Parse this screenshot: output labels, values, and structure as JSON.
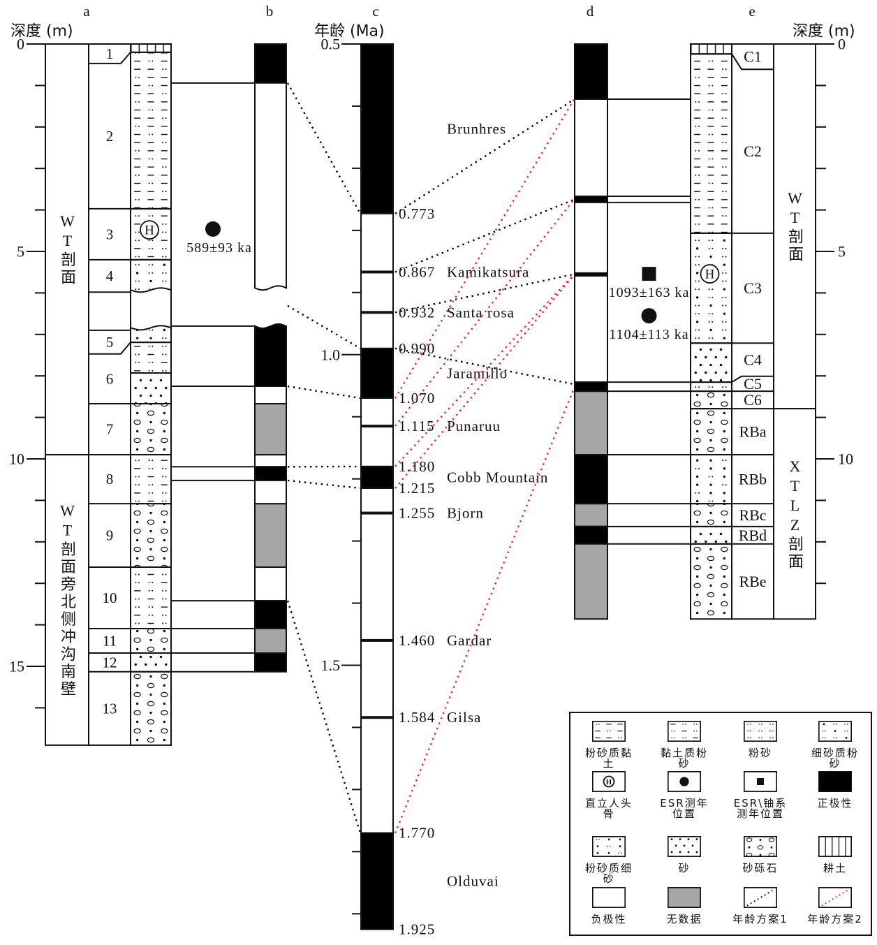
{
  "figure": {
    "column_headers": {
      "a": "a",
      "b": "b",
      "c": "c",
      "d": "d",
      "e": "e"
    },
    "axis_titles": {
      "depth_left": "深度 (m)",
      "age": "年龄 (Ma)",
      "depth_right": "深度 (m)"
    }
  },
  "symbols": {
    "skull": "H"
  },
  "colors": {
    "normal": "#000000",
    "reversed": "#ffffff",
    "no_data": "#a6a6a6",
    "scheme1": "#000000",
    "scheme2": "#e3231f"
  },
  "depth_axis_left": {
    "unit": "m",
    "max_m": 16.9,
    "major_ticks_m": [
      0,
      5,
      10,
      15
    ],
    "labels": [
      "0",
      "5",
      "10",
      "15"
    ],
    "minor_step_m": 1
  },
  "depth_axis_right": {
    "unit": "m",
    "max_m": 13.86,
    "major_ticks_m": [
      0,
      5,
      10
    ],
    "labels": [
      "0",
      "5",
      "10"
    ],
    "minor_step_m": 1
  },
  "column_a": {
    "sections": [
      {
        "name": "WT剖面",
        "top_m": 0,
        "bottom_m": 9.9
      },
      {
        "name": "WT剖面旁北侧冲沟南壁",
        "top_m": 9.9,
        "bottom_m": 16.9
      }
    ],
    "layers": [
      {
        "label": "1",
        "top_m": 0,
        "bottom_m": 0.47,
        "lith_bottom_m": 0.2
      },
      {
        "label": "2",
        "top_m": 0.47,
        "bottom_m": 3.97
      },
      {
        "label": "3",
        "top_m": 3.97,
        "bottom_m": 5.2
      },
      {
        "label": "4",
        "top_m": 5.2,
        "bottom_m": 5.98
      },
      {
        "label": "",
        "top_m": 5.98,
        "bottom_m": 6.9
      },
      {
        "label": "5",
        "top_m": 6.9,
        "bottom_m": 7.47,
        "lith_bottom_m": 7.19
      },
      {
        "label": "6",
        "top_m": 7.47,
        "bottom_m": 8.67
      },
      {
        "label": "7",
        "top_m": 8.67,
        "bottom_m": 9.9
      },
      {
        "label": "8",
        "top_m": 9.9,
        "bottom_m": 11.08
      },
      {
        "label": "9",
        "top_m": 11.08,
        "bottom_m": 12.61
      },
      {
        "label": "10",
        "top_m": 12.61,
        "bottom_m": 14.09
      },
      {
        "label": "11",
        "top_m": 14.09,
        "bottom_m": 14.68
      },
      {
        "label": "12",
        "top_m": 14.68,
        "bottom_m": 15.13
      },
      {
        "label": "13",
        "top_m": 15.13,
        "bottom_m": 16.9
      }
    ],
    "lithology": [
      {
        "type": "tilled_soil",
        "top_m": 0,
        "bottom_m": 0.2
      },
      {
        "type": "silty_clay",
        "top_m": 0.2,
        "bottom_m": 3.97
      },
      {
        "type": "clayey_silt",
        "top_m": 3.97,
        "bottom_m": 5.2
      },
      {
        "type": "fine_sand_silt",
        "top_m": 5.2,
        "bottom_m": 5.93,
        "bottom_contact": "erosional"
      },
      {
        "type": "gap",
        "top_m": 5.93,
        "bottom_m": 6.84
      },
      {
        "type": "silty_fine_sand",
        "top_m": 6.84,
        "bottom_m": 7.19,
        "top_contact": "erosional"
      },
      {
        "type": "clayey_silt",
        "top_m": 7.19,
        "bottom_m": 7.93
      },
      {
        "type": "sand",
        "top_m": 7.93,
        "bottom_m": 8.67
      },
      {
        "type": "sandy_gravel",
        "top_m": 8.67,
        "bottom_m": 9.9
      },
      {
        "type": "clayey_silt",
        "top_m": 9.9,
        "bottom_m": 11.08
      },
      {
        "type": "sandy_gravel",
        "top_m": 11.08,
        "bottom_m": 12.61
      },
      {
        "type": "clayey_silt",
        "top_m": 12.61,
        "bottom_m": 14.09
      },
      {
        "type": "sandy_gravel",
        "top_m": 14.09,
        "bottom_m": 14.68
      },
      {
        "type": "sand",
        "top_m": 14.68,
        "bottom_m": 15.13
      },
      {
        "type": "sandy_gravel",
        "top_m": 15.13,
        "bottom_m": 16.9
      }
    ],
    "skull": {
      "depth_m": 4.48
    }
  },
  "column_b": {
    "polarity": [
      {
        "top_m": 0,
        "bottom_m": 0.94,
        "state": "normal"
      },
      {
        "top_m": 0.94,
        "bottom_m": 5.88,
        "state": "reversed",
        "bottom_contact": "erosional"
      },
      {
        "top_m": 6.8,
        "bottom_m": 8.25,
        "state": "normal",
        "top_contact": "erosional"
      },
      {
        "top_m": 8.25,
        "bottom_m": 8.67,
        "state": "reversed"
      },
      {
        "top_m": 8.67,
        "bottom_m": 9.9,
        "state": "no_data"
      },
      {
        "top_m": 9.9,
        "bottom_m": 10.19,
        "state": "reversed"
      },
      {
        "top_m": 10.19,
        "bottom_m": 10.52,
        "state": "normal"
      },
      {
        "top_m": 10.52,
        "bottom_m": 11.08,
        "state": "reversed"
      },
      {
        "top_m": 11.08,
        "bottom_m": 12.61,
        "state": "no_data"
      },
      {
        "top_m": 12.61,
        "bottom_m": 13.42,
        "state": "reversed"
      },
      {
        "top_m": 13.42,
        "bottom_m": 14.09,
        "state": "normal"
      },
      {
        "top_m": 14.09,
        "bottom_m": 14.68,
        "state": "no_data"
      },
      {
        "top_m": 14.68,
        "bottom_m": 15.13,
        "state": "normal"
      }
    ],
    "tie_lines_m": [
      0.94,
      6.8,
      8.25,
      10.19,
      10.52,
      13.42,
      14.09,
      14.68,
      15.13
    ]
  },
  "column_c": {
    "range_ma": [
      0.5,
      1.925
    ],
    "major_ticks": [
      {
        "age_ma": 0.5,
        "label": "0.5"
      },
      {
        "age_ma": 1.0,
        "label": "1.0"
      },
      {
        "age_ma": 1.5,
        "label": "1.5"
      }
    ],
    "minor_step_ma": 0.1,
    "chrons": [
      {
        "name": "Brunhres",
        "from_ma": 0.5,
        "to_ma": 0.773,
        "state": "normal"
      },
      {
        "name": "",
        "from_ma": 0.773,
        "to_ma": 0.99,
        "state": "reversed"
      },
      {
        "name": "Jaramillo",
        "from_ma": 0.99,
        "to_ma": 1.07,
        "state": "normal"
      },
      {
        "name": "",
        "from_ma": 1.07,
        "to_ma": 1.18,
        "state": "reversed"
      },
      {
        "name": "Cobb Mountain",
        "from_ma": 1.18,
        "to_ma": 1.215,
        "state": "normal"
      },
      {
        "name": "",
        "from_ma": 1.215,
        "to_ma": 1.77,
        "state": "reversed"
      },
      {
        "name": "Olduvai",
        "from_ma": 1.77,
        "to_ma": 1.925,
        "state": "normal"
      }
    ],
    "excursions": [
      {
        "age_ma": 0.867,
        "name": "Kamikatsura"
      },
      {
        "age_ma": 0.932,
        "name": "Santa rosa"
      },
      {
        "age_ma": 1.115,
        "name": "Punaruu"
      },
      {
        "age_ma": 1.255,
        "name": "Bjorn"
      },
      {
        "age_ma": 1.46,
        "name": "Gardar"
      },
      {
        "age_ma": 1.584,
        "name": "Gilsa"
      }
    ],
    "boundaries": [
      {
        "age_ma": 0.773,
        "label": "0.773"
      },
      {
        "age_ma": 0.867,
        "label": "0.867"
      },
      {
        "age_ma": 0.932,
        "label": "0.932"
      },
      {
        "age_ma": 0.99,
        "label": "0.990"
      },
      {
        "age_ma": 1.07,
        "label": "1.070"
      },
      {
        "age_ma": 1.115,
        "label": "1.115"
      },
      {
        "age_ma": 1.18,
        "label": "1.180"
      },
      {
        "age_ma": 1.215,
        "label": "1.215"
      },
      {
        "age_ma": 1.255,
        "label": "1.255"
      },
      {
        "age_ma": 1.46,
        "label": "1.460"
      },
      {
        "age_ma": 1.584,
        "label": "1.584"
      },
      {
        "age_ma": 1.77,
        "label": "1.770"
      },
      {
        "age_ma": 1.925,
        "label": "1.925"
      }
    ]
  },
  "column_d": {
    "polarity": [
      {
        "top_m": 0,
        "bottom_m": 1.33,
        "state": "normal"
      },
      {
        "top_m": 1.33,
        "bottom_m": 3.67,
        "state": "reversed"
      },
      {
        "top_m": 3.67,
        "bottom_m": 3.82,
        "state": "normal"
      },
      {
        "top_m": 3.82,
        "bottom_m": 5.52,
        "state": "reversed"
      },
      {
        "top_m": 5.52,
        "bottom_m": 5.59,
        "state": "normal"
      },
      {
        "top_m": 5.59,
        "bottom_m": 8.15,
        "state": "reversed"
      },
      {
        "top_m": 8.15,
        "bottom_m": 8.37,
        "state": "normal"
      },
      {
        "top_m": 8.37,
        "bottom_m": 9.9,
        "state": "no_data"
      },
      {
        "top_m": 9.9,
        "bottom_m": 11.08,
        "state": "normal"
      },
      {
        "top_m": 11.08,
        "bottom_m": 11.63,
        "state": "no_data"
      },
      {
        "top_m": 11.63,
        "bottom_m": 12.05,
        "state": "normal"
      },
      {
        "top_m": 12.05,
        "bottom_m": 13.86,
        "state": "no_data"
      }
    ],
    "tie_lines_m": [
      1.33,
      3.67,
      3.82,
      8.15,
      8.37,
      9.9,
      11.08,
      11.63,
      12.05
    ]
  },
  "column_e": {
    "sections": [
      {
        "name": "WT剖面",
        "top_m": 0,
        "bottom_m": 8.79
      },
      {
        "name": "XTLZ剖面",
        "top_m": 8.79,
        "bottom_m": 13.86
      }
    ],
    "layers": [
      {
        "label": "C1",
        "top_m": 0,
        "bottom_m": 0.61,
        "lith_bottom_m": 0.24
      },
      {
        "label": "C2",
        "top_m": 0.61,
        "bottom_m": 4.56
      },
      {
        "label": "C3",
        "top_m": 4.56,
        "bottom_m": 7.21
      },
      {
        "label": "C4",
        "top_m": 7.21,
        "bottom_m": 8.01,
        "lith_bottom_m": 8.15
      },
      {
        "label": "C5",
        "top_m": 8.01,
        "bottom_m": 8.37
      },
      {
        "label": "C6",
        "top_m": 8.37,
        "bottom_m": 8.79
      },
      {
        "label": "RBa",
        "top_m": 8.79,
        "bottom_m": 9.9
      },
      {
        "label": "RBb",
        "top_m": 9.9,
        "bottom_m": 11.08
      },
      {
        "label": "RBc",
        "top_m": 11.08,
        "bottom_m": 11.63
      },
      {
        "label": "RBd",
        "top_m": 11.63,
        "bottom_m": 12.05
      },
      {
        "label": "RBe",
        "top_m": 12.05,
        "bottom_m": 13.86
      }
    ],
    "lithology": [
      {
        "type": "tilled_soil",
        "top_m": 0,
        "bottom_m": 0.24
      },
      {
        "type": "silty_clay",
        "top_m": 0.24,
        "bottom_m": 4.56
      },
      {
        "type": "fine_sand_silt",
        "top_m": 4.56,
        "bottom_m": 7.21
      },
      {
        "type": "sand",
        "top_m": 7.21,
        "bottom_m": 8.15
      },
      {
        "type": "silt",
        "top_m": 8.15,
        "bottom_m": 8.37
      },
      {
        "type": "sandy_gravel",
        "top_m": 8.37,
        "bottom_m": 8.79
      },
      {
        "type": "sandy_gravel",
        "top_m": 8.79,
        "bottom_m": 9.9
      },
      {
        "type": "silty_fine_sand",
        "top_m": 9.9,
        "bottom_m": 11.08
      },
      {
        "type": "sandy_gravel",
        "top_m": 11.08,
        "bottom_m": 11.63
      },
      {
        "type": "sand",
        "top_m": 11.63,
        "bottom_m": 12.05
      },
      {
        "type": "sandy_gravel",
        "top_m": 12.05,
        "bottom_m": 13.86
      }
    ],
    "skull": {
      "depth_m": 5.54
    }
  },
  "samples": [
    {
      "between": "a-b",
      "method": "ESR",
      "marker": "circle",
      "depth_m": 4.46,
      "label": "589±93 ka"
    },
    {
      "between": "d-e",
      "method": "ESR/U-series",
      "marker": "square",
      "depth_m": 5.54,
      "label": "1093±163 ka"
    },
    {
      "between": "d-e",
      "method": "ESR",
      "marker": "circle",
      "depth_m": 6.55,
      "label": "1104±113 ka"
    }
  ],
  "correlations": {
    "scheme1": {
      "label": "年龄方案1",
      "color": "#000000",
      "links": [
        {
          "from": {
            "column": "b",
            "depth_m": 0.94
          },
          "to": {
            "column": "c",
            "age_ma": 0.773
          }
        },
        {
          "from": {
            "column": "b",
            "depth_m": 6.31
          },
          "to": {
            "column": "c",
            "age_ma": 0.99
          }
        },
        {
          "from": {
            "column": "b",
            "depth_m": 8.25
          },
          "to": {
            "column": "c",
            "age_ma": 1.07
          }
        },
        {
          "from": {
            "column": "b",
            "depth_m": 10.19
          },
          "to": {
            "column": "c",
            "age_ma": 1.18
          }
        },
        {
          "from": {
            "column": "b",
            "depth_m": 10.52
          },
          "to": {
            "column": "c",
            "age_ma": 1.215
          }
        },
        {
          "from": {
            "column": "b",
            "depth_m": 13.42
          },
          "to": {
            "column": "c",
            "age_ma": 1.77
          }
        },
        {
          "from": {
            "column": "c",
            "age_ma": 0.773
          },
          "to": {
            "column": "d",
            "depth_m": 1.34
          }
        },
        {
          "from": {
            "column": "c",
            "age_ma": 0.867
          },
          "to": {
            "column": "d",
            "depth_m": 3.75
          }
        },
        {
          "from": {
            "column": "c",
            "age_ma": 0.932
          },
          "to": {
            "column": "d",
            "depth_m": 5.55
          }
        },
        {
          "from": {
            "column": "c",
            "age_ma": 0.99
          },
          "to": {
            "column": "d",
            "depth_m": 8.2
          }
        }
      ]
    },
    "scheme2": {
      "label": "年龄方案2",
      "color": "#e3231f",
      "links": [
        {
          "from": {
            "column": "c",
            "age_ma": 1.07
          },
          "to": {
            "column": "d",
            "depth_m": 1.34
          }
        },
        {
          "from": {
            "column": "c",
            "age_ma": 1.115
          },
          "to": {
            "column": "d",
            "depth_m": 3.75
          }
        },
        {
          "from": {
            "column": "c",
            "age_ma": 1.18
          },
          "to": {
            "column": "d",
            "depth_m": 5.55
          }
        },
        {
          "from": {
            "column": "c",
            "age_ma": 1.215
          },
          "to": {
            "column": "d",
            "depth_m": 5.57
          }
        },
        {
          "from": {
            "column": "c",
            "age_ma": 1.77
          },
          "to": {
            "column": "d",
            "depth_m": 8.3
          }
        }
      ]
    }
  },
  "legend": {
    "items": [
      {
        "key": "silty_clay",
        "label": "粉砂质黏土"
      },
      {
        "key": "clayey_silt",
        "label": "黏土质粉砂"
      },
      {
        "key": "silt",
        "label": "粉砂"
      },
      {
        "key": "fine_sand_silt",
        "label": "细砂质粉砂"
      },
      {
        "key": "skull",
        "label": "直立人头骨"
      },
      {
        "key": "esr",
        "label": "ESR测年位置"
      },
      {
        "key": "esr_u",
        "label": "ESR\\铀系测年位置"
      },
      {
        "key": "normal",
        "label": "正极性"
      },
      {
        "key": "silty_fine_sand",
        "label": "粉砂质细砂"
      },
      {
        "key": "sand",
        "label": "砂"
      },
      {
        "key": "sandy_gravel",
        "label": "砂砾石"
      },
      {
        "key": "tilled_soil",
        "label": "耕土"
      },
      {
        "key": "reversed",
        "label": "负极性"
      },
      {
        "key": "no_data",
        "label": "无数据"
      },
      {
        "key": "scheme1",
        "label": "年龄方案1"
      },
      {
        "key": "scheme2",
        "label": "年龄方案2"
      }
    ]
  }
}
